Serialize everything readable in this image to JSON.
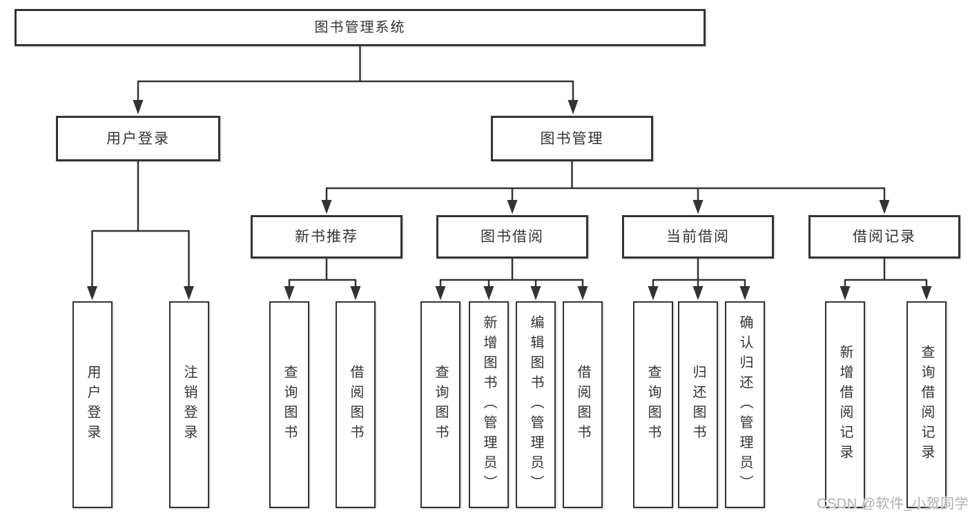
{
  "tree": {
    "root": {
      "label": "图书管理系统",
      "children": [
        {
          "label": "用户登录",
          "children": [
            {
              "label": "用户登录"
            },
            {
              "label": "注销登录"
            }
          ]
        },
        {
          "label": "图书管理",
          "children": [
            {
              "label": "新书推荐",
              "children": [
                {
                  "label": "查询图书"
                },
                {
                  "label": "借阅图书"
                }
              ]
            },
            {
              "label": "图书借阅",
              "children": [
                {
                  "label": "查询图书"
                },
                {
                  "label": "新增图书（管理员）"
                },
                {
                  "label": "编辑图书（管理员）"
                },
                {
                  "label": "借阅图书"
                }
              ]
            },
            {
              "label": "当前借阅",
              "children": [
                {
                  "label": "查询图书"
                },
                {
                  "label": "归还图书"
                },
                {
                  "label": "确认归还（管理员）"
                }
              ]
            },
            {
              "label": "借阅记录",
              "children": [
                {
                  "label": "新增借阅记录"
                },
                {
                  "label": "查询借阅记录"
                }
              ]
            }
          ]
        }
      ]
    }
  },
  "watermark": {
    "text": "CSDN @软件_小贺同学"
  },
  "colors": {
    "line": "#333333",
    "box_border": "#333333",
    "box_fill": "#ffffff",
    "text": "#333333",
    "background": "#ffffff",
    "watermark": "#aeaeae"
  }
}
